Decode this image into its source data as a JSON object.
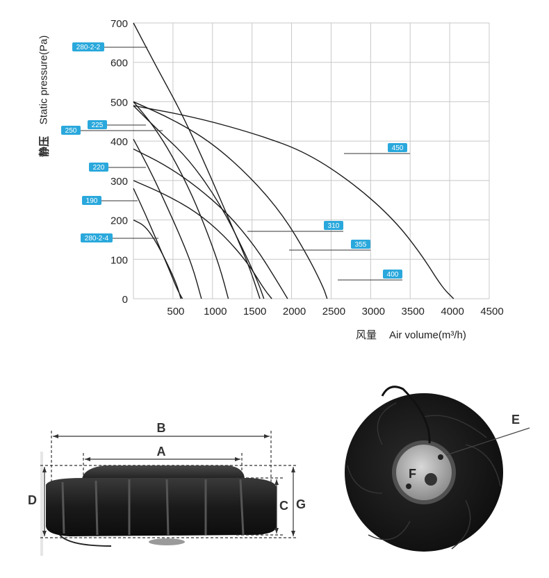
{
  "chart_data": {
    "type": "line",
    "xlabel_cn": "风量",
    "xlabel": "Air volume(m³/h)",
    "ylabel_cn": "静压",
    "ylabel": "Static pressure(Pa)",
    "xlim": [
      0,
      4500
    ],
    "ylim": [
      0,
      700
    ],
    "x_ticks": [
      "500",
      "1000",
      "1500",
      "2000",
      "2500",
      "3000",
      "3500",
      "4000",
      "4500"
    ],
    "y_ticks": [
      "0",
      "100",
      "200",
      "300",
      "400",
      "500",
      "600",
      "700"
    ],
    "grid": true,
    "series": [
      {
        "name": "280-2-2",
        "points": [
          [
            0,
            700
          ],
          [
            300,
            585
          ],
          [
            600,
            475
          ],
          [
            900,
            345
          ],
          [
            1200,
            205
          ],
          [
            1450,
            90
          ],
          [
            1600,
            0
          ]
        ]
      },
      {
        "name": "225",
        "points": [
          [
            0,
            500
          ],
          [
            250,
            440
          ],
          [
            500,
            360
          ],
          [
            750,
            260
          ],
          [
            950,
            160
          ],
          [
            1100,
            75
          ],
          [
            1200,
            0
          ]
        ]
      },
      {
        "name": "250",
        "points": [
          [
            0,
            490
          ],
          [
            300,
            430
          ],
          [
            700,
            355
          ],
          [
            1100,
            240
          ],
          [
            1400,
            120
          ],
          [
            1580,
            40
          ],
          [
            1650,
            0
          ]
        ]
      },
      {
        "name": "220",
        "points": [
          [
            0,
            405
          ],
          [
            200,
            330
          ],
          [
            400,
            245
          ],
          [
            600,
            155
          ],
          [
            750,
            80
          ],
          [
            860,
            0
          ]
        ]
      },
      {
        "name": "190",
        "points": [
          [
            0,
            280
          ],
          [
            150,
            215
          ],
          [
            300,
            145
          ],
          [
            450,
            75
          ],
          [
            550,
            25
          ],
          [
            620,
            0
          ]
        ]
      },
      {
        "name": "280-2-4",
        "points": [
          [
            0,
            200
          ],
          [
            150,
            185
          ],
          [
            300,
            140
          ],
          [
            450,
            80
          ],
          [
            550,
            35
          ],
          [
            600,
            0
          ]
        ]
      },
      {
        "name": "310",
        "points": [
          [
            0,
            300
          ],
          [
            400,
            265
          ],
          [
            800,
            220
          ],
          [
            1150,
            160
          ],
          [
            1450,
            90
          ],
          [
            1650,
            25
          ],
          [
            1750,
            0
          ]
        ]
      },
      {
        "name": "355",
        "points": [
          [
            0,
            380
          ],
          [
            400,
            340
          ],
          [
            800,
            285
          ],
          [
            1200,
            215
          ],
          [
            1550,
            130
          ],
          [
            1800,
            50
          ],
          [
            1950,
            0
          ]
        ]
      },
      {
        "name": "400",
        "points": [
          [
            0,
            500
          ],
          [
            500,
            455
          ],
          [
            1000,
            395
          ],
          [
            1500,
            305
          ],
          [
            1900,
            210
          ],
          [
            2200,
            110
          ],
          [
            2400,
            30
          ],
          [
            2450,
            0
          ]
        ]
      },
      {
        "name": "450",
        "points": [
          [
            0,
            490
          ],
          [
            800,
            460
          ],
          [
            1600,
            415
          ],
          [
            2200,
            370
          ],
          [
            2800,
            290
          ],
          [
            3300,
            200
          ],
          [
            3650,
            110
          ],
          [
            3900,
            30
          ],
          [
            4050,
            0
          ]
        ]
      }
    ],
    "callouts": [
      {
        "label": "280-2-2"
      },
      {
        "label": "225"
      },
      {
        "label": "250"
      },
      {
        "label": "220"
      },
      {
        "label": "190"
      },
      {
        "label": "280-2-4"
      },
      {
        "label": "310"
      },
      {
        "label": "355"
      },
      {
        "label": "400"
      },
      {
        "label": "450"
      }
    ],
    "callout_color": "#2aa8dc"
  },
  "dimensions": {
    "labels": {
      "A": "A",
      "B": "B",
      "C": "C",
      "D": "D",
      "E": "E",
      "F": "F",
      "G": "G"
    }
  }
}
